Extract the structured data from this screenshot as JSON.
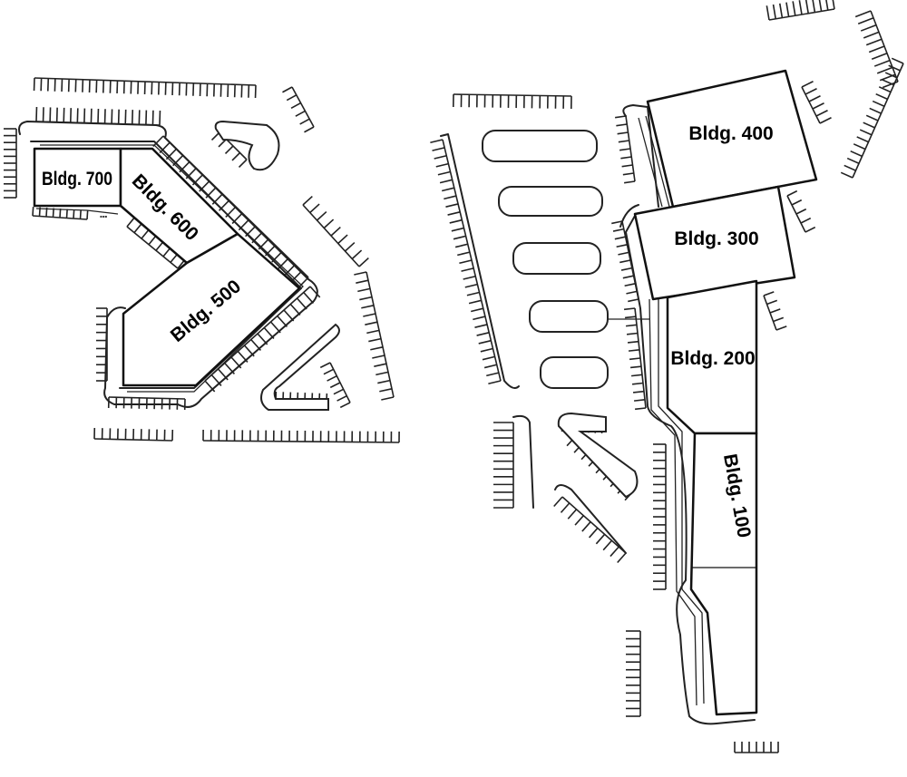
{
  "buildings": [
    {
      "id": "700",
      "label": "Bldg. 700"
    },
    {
      "id": "600",
      "label": "Bldg. 600"
    },
    {
      "id": "500",
      "label": "Bldg. 500"
    },
    {
      "id": "400",
      "label": "Bldg. 400"
    },
    {
      "id": "300",
      "label": "Bldg. 300"
    },
    {
      "id": "200",
      "label": "Bldg. 200"
    },
    {
      "id": "100",
      "label": "Bldg. 100"
    }
  ],
  "colors": {
    "ink": "#111111",
    "background": "#ffffff"
  }
}
